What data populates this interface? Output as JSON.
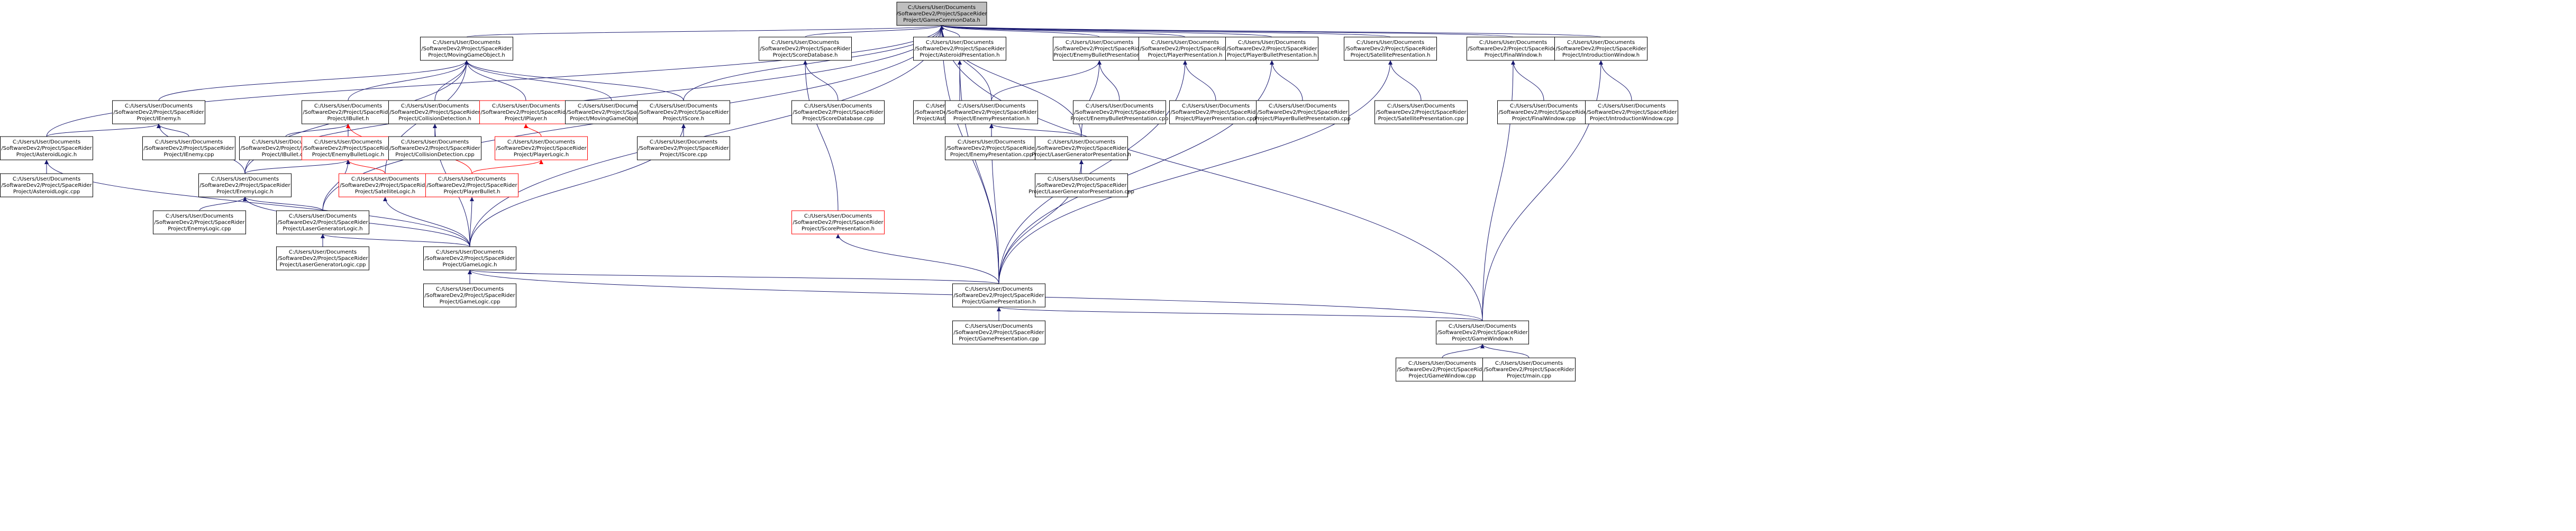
{
  "nodes": [
    {
      "id": "gamecommondata_h",
      "lines": [
        "C:/Users/User/Documents",
        "/SoftwareDev2/Project/SpaceRider",
        "Project/GameCommonData.h"
      ],
      "style": "root"
    },
    {
      "id": "asteroidlogic_h",
      "lines": [
        "C:/Users/User/Documents",
        "/SoftwareDev2/Project/SpaceRider",
        "Project/AsteroidLogic.h"
      ],
      "style": "normal"
    },
    {
      "id": "asteroidlogic_cpp",
      "lines": [
        "C:/Users/User/Documents",
        "/SoftwareDev2/Project/SpaceRider",
        "Project/AsteroidLogic.cpp"
      ],
      "style": "normal"
    },
    {
      "id": "ienemy_h",
      "lines": [
        "C:/Users/User/Documents",
        "/SoftwareDev2/Project/SpaceRider",
        "Project/IEnemy.h"
      ],
      "style": "normal"
    },
    {
      "id": "ienemy_cpp",
      "lines": [
        "C:/Users/User/Documents",
        "/SoftwareDev2/Project/SpaceRider",
        "Project/IEnemy.cpp"
      ],
      "style": "normal"
    },
    {
      "id": "movinggameobject_h",
      "lines": [
        "C:/Users/User/Documents",
        "/SoftwareDev2/Project/SpaceRider",
        "Project/MovingGameObject.h"
      ],
      "style": "normal"
    },
    {
      "id": "ibullet_h",
      "lines": [
        "C:/Users/User/Documents",
        "/SoftwareDev2/Project/SpaceRider",
        "Project/IBullet.h"
      ],
      "style": "normal"
    },
    {
      "id": "ibullet_cpp",
      "lines": [
        "C:/Users/User/Documents",
        "/SoftwareDev2/Project/SpaceRider",
        "Project/IBullet.cpp"
      ],
      "style": "normal"
    },
    {
      "id": "enemybulletlogic_h",
      "lines": [
        "C:/Users/User/Documents",
        "/SoftwareDev2/Project/SpaceRider",
        "Project/EnemyBulletLogic.h"
      ],
      "style": "red"
    },
    {
      "id": "collisiondetection_h",
      "lines": [
        "C:/Users/User/Documents",
        "/SoftwareDev2/Project/SpaceRider",
        "Project/CollisionDetection.h"
      ],
      "style": "normal"
    },
    {
      "id": "collisiondetection_cpp",
      "lines": [
        "C:/Users/User/Documents",
        "/SoftwareDev2/Project/SpaceRider",
        "Project/CollisionDetection.cpp"
      ],
      "style": "normal"
    },
    {
      "id": "iplayer_h",
      "lines": [
        "C:/Users/User/Documents",
        "/SoftwareDev2/Project/SpaceRider",
        "Project/IPlayer.h"
      ],
      "style": "red"
    },
    {
      "id": "playerlogic_h",
      "lines": [
        "C:/Users/User/Documents",
        "/SoftwareDev2/Project/SpaceRider",
        "Project/PlayerLogic.h"
      ],
      "style": "red"
    },
    {
      "id": "movinggameobject_cpp",
      "lines": [
        "C:/Users/User/Documents",
        "/SoftwareDev2/Project/SpaceRider",
        "Project/MovingGameObject.cpp"
      ],
      "style": "normal"
    },
    {
      "id": "enemylogic_h",
      "lines": [
        "C:/Users/User/Documents",
        "/SoftwareDev2/Project/SpaceRider",
        "Project/EnemyLogic.h"
      ],
      "style": "normal"
    },
    {
      "id": "satellitelogic_h",
      "lines": [
        "C:/Users/User/Documents",
        "/SoftwareDev2/Project/SpaceRider",
        "Project/SatelliteLogic.h"
      ],
      "style": "red"
    },
    {
      "id": "playerbullet_h",
      "lines": [
        "C:/Users/User/Documents",
        "/SoftwareDev2/Project/SpaceRider",
        "Project/PlayerBullet.h"
      ],
      "style": "red"
    },
    {
      "id": "enemylogic_cpp",
      "lines": [
        "C:/Users/User/Documents",
        "/SoftwareDev2/Project/SpaceRider",
        "Project/EnemyLogic.cpp"
      ],
      "style": "normal"
    },
    {
      "id": "lasergeneratorlogic_h",
      "lines": [
        "C:/Users/User/Documents",
        "/SoftwareDev2/Project/SpaceRider",
        "Project/LaserGeneratorLogic.h"
      ],
      "style": "normal"
    },
    {
      "id": "lasergeneratorlogic_cpp",
      "lines": [
        "C:/Users/User/Documents",
        "/SoftwareDev2/Project/SpaceRider",
        "Project/LaserGeneratorLogic.cpp"
      ],
      "style": "normal"
    },
    {
      "id": "gamelogic_h",
      "lines": [
        "C:/Users/User/Documents",
        "/SoftwareDev2/Project/SpaceRider",
        "Project/GameLogic.h"
      ],
      "style": "normal"
    },
    {
      "id": "gamelogic_cpp",
      "lines": [
        "C:/Users/User/Documents",
        "/SoftwareDev2/Project/SpaceRider",
        "Project/GameLogic.cpp"
      ],
      "style": "normal"
    },
    {
      "id": "iscore_h",
      "lines": [
        "C:/Users/User/Documents",
        "/SoftwareDev2/Project/SpaceRider",
        "Project/IScore.h"
      ],
      "style": "normal"
    },
    {
      "id": "iscore_cpp",
      "lines": [
        "C:/Users/User/Documents",
        "/SoftwareDev2/Project/SpaceRider",
        "Project/IScore.cpp"
      ],
      "style": "normal"
    },
    {
      "id": "scoredatabase_h",
      "lines": [
        "C:/Users/User/Documents",
        "/SoftwareDev2/Project/SpaceRider",
        "Project/ScoreDatabase.h"
      ],
      "style": "normal"
    },
    {
      "id": "scoredatabase_cpp",
      "lines": [
        "C:/Users/User/Documents",
        "/SoftwareDev2/Project/SpaceRider",
        "Project/ScoreDatabase.cpp"
      ],
      "style": "normal"
    },
    {
      "id": "scorepresentation_h",
      "lines": [
        "C:/Users/User/Documents",
        "/SoftwareDev2/Project/SpaceRider",
        "Project/ScorePresentation.h"
      ],
      "style": "red"
    },
    {
      "id": "asteroidpresentation_h",
      "lines": [
        "C:/Users/User/Documents",
        "/SoftwareDev2/Project/SpaceRider",
        "Project/AsteroidPresentation.h"
      ],
      "style": "normal"
    },
    {
      "id": "asteroidpresentation_cpp",
      "lines": [
        "C:/Users/User/Documents",
        "/SoftwareDev2/Project/SpaceRider",
        "Project/AsteroidPresentation.cpp"
      ],
      "style": "normal"
    },
    {
      "id": "enemypresentation_h",
      "lines": [
        "C:/Users/User/Documents",
        "/SoftwareDev2/Project/SpaceRider",
        "Project/EnemyPresentation.h"
      ],
      "style": "normal"
    },
    {
      "id": "enemypresentation_cpp",
      "lines": [
        "C:/Users/User/Documents",
        "/SoftwareDev2/Project/SpaceRider",
        "Project/EnemyPresentation.cpp"
      ],
      "style": "normal"
    },
    {
      "id": "enemybulletpresentation_h",
      "lines": [
        "C:/Users/User/Documents",
        "/SoftwareDev2/Project/SpaceRider",
        "Project/EnemyBulletPresentation.h"
      ],
      "style": "normal"
    },
    {
      "id": "enemybulletpresentation_cpp",
      "lines": [
        "C:/Users/User/Documents",
        "/SoftwareDev2/Project/SpaceRider",
        "Project/EnemyBulletPresentation.cpp"
      ],
      "style": "normal"
    },
    {
      "id": "lasergeneratorpresentation_h",
      "lines": [
        "C:/Users/User/Documents",
        "/SoftwareDev2/Project/SpaceRider",
        "Project/LaserGeneratorPresentation.h"
      ],
      "style": "normal"
    },
    {
      "id": "lasergeneratorpresentation_cpp",
      "lines": [
        "C:/Users/User/Documents",
        "/SoftwareDev2/Project/SpaceRider",
        "Project/LaserGeneratorPresentation.cpp"
      ],
      "style": "normal"
    },
    {
      "id": "playerpresentation_h",
      "lines": [
        "C:/Users/User/Documents",
        "/SoftwareDev2/Project/SpaceRider",
        "Project/PlayerPresentation.h"
      ],
      "style": "normal"
    },
    {
      "id": "playerpresentation_cpp",
      "lines": [
        "C:/Users/User/Documents",
        "/SoftwareDev2/Project/SpaceRider",
        "Project/PlayerPresentation.cpp"
      ],
      "style": "normal"
    },
    {
      "id": "playerbulletpresentation_h",
      "lines": [
        "C:/Users/User/Documents",
        "/SoftwareDev2/Project/SpaceRider",
        "Project/PlayerBulletPresentation.h"
      ],
      "style": "normal"
    },
    {
      "id": "playerbulletpresentation_cpp",
      "lines": [
        "C:/Users/User/Documents",
        "/SoftwareDev2/Project/SpaceRider",
        "Project/PlayerBulletPresentation.cpp"
      ],
      "style": "normal"
    },
    {
      "id": "satellitepresentation_h",
      "lines": [
        "C:/Users/User/Documents",
        "/SoftwareDev2/Project/SpaceRider",
        "Project/SatellitePresentation.h"
      ],
      "style": "normal"
    },
    {
      "id": "satellitepresentation_cpp",
      "lines": [
        "C:/Users/User/Documents",
        "/SoftwareDev2/Project/SpaceRider",
        "Project/SatellitePresentation.cpp"
      ],
      "style": "normal"
    },
    {
      "id": "gamepresentation_h",
      "lines": [
        "C:/Users/User/Documents",
        "/SoftwareDev2/Project/SpaceRider",
        "Project/GamePresentation.h"
      ],
      "style": "normal"
    },
    {
      "id": "gamepresentation_cpp",
      "lines": [
        "C:/Users/User/Documents",
        "/SoftwareDev2/Project/SpaceRider",
        "Project/GamePresentation.cpp"
      ],
      "style": "normal"
    },
    {
      "id": "finalwindow_h",
      "lines": [
        "C:/Users/User/Documents",
        "/SoftwareDev2/Project/SpaceRider",
        "Project/FinalWindow.h"
      ],
      "style": "normal"
    },
    {
      "id": "finalwindow_cpp",
      "lines": [
        "C:/Users/User/Documents",
        "/SoftwareDev2/Project/SpaceRider",
        "Project/FinalWindow.cpp"
      ],
      "style": "normal"
    },
    {
      "id": "introductionwindow_h",
      "lines": [
        "C:/Users/User/Documents",
        "/SoftwareDev2/Project/SpaceRider",
        "Project/IntroductionWindow.h"
      ],
      "style": "normal"
    },
    {
      "id": "introductionwindow_cpp",
      "lines": [
        "C:/Users/User/Documents",
        "/SoftwareDev2/Project/SpaceRider",
        "Project/IntroductionWindow.cpp"
      ],
      "style": "normal"
    },
    {
      "id": "gamewindow_h",
      "lines": [
        "C:/Users/User/Documents",
        "/SoftwareDev2/Project/SpaceRider",
        "Project/GameWindow.h"
      ],
      "style": "normal"
    },
    {
      "id": "gamewindow_cpp",
      "lines": [
        "C:/Users/User/Documents",
        "/SoftwareDev2/Project/SpaceRider",
        "Project/GameWindow.cpp"
      ],
      "style": "normal"
    },
    {
      "id": "main_cpp",
      "lines": [
        "C:/Users/User/Documents",
        "/SoftwareDev2/Project/SpaceRider",
        "Project/main.cpp"
      ],
      "style": "normal"
    }
  ],
  "edges": [
    {
      "from": "movinggameobject_h",
      "to": "gamecommondata_h",
      "color": "blue"
    },
    {
      "from": "asteroidlogic_h",
      "to": "gamecommondata_h",
      "color": "blue"
    },
    {
      "from": "iscore_h",
      "to": "gamecommondata_h",
      "color": "blue"
    },
    {
      "from": "scoredatabase_h",
      "to": "gamecommondata_h",
      "color": "blue"
    },
    {
      "from": "asteroidpresentation_h",
      "to": "gamecommondata_h",
      "color": "blue"
    },
    {
      "from": "enemybulletpresentation_h",
      "to": "gamecommondata_h",
      "color": "blue"
    },
    {
      "from": "playerpresentation_h",
      "to": "gamecommondata_h",
      "color": "blue"
    },
    {
      "from": "playerbulletpresentation_h",
      "to": "gamecommondata_h",
      "color": "blue"
    },
    {
      "from": "satellitepresentation_h",
      "to": "gamecommondata_h",
      "color": "blue"
    },
    {
      "from": "finalwindow_h",
      "to": "gamecommondata_h",
      "color": "blue"
    },
    {
      "from": "introductionwindow_h",
      "to": "gamecommondata_h",
      "color": "blue"
    },
    {
      "from": "gamelogic_h",
      "to": "gamecommondata_h",
      "color": "blue"
    },
    {
      "from": "gamepresentation_h",
      "to": "gamecommondata_h",
      "color": "blue"
    },
    {
      "from": "gamewindow_h",
      "to": "gamecommondata_h",
      "color": "blue"
    },
    {
      "from": "enemylogic_h",
      "to": "gamecommondata_h",
      "color": "blue"
    },
    {
      "from": "lasergeneratorlogic_h",
      "to": "gamecommondata_h",
      "color": "blue"
    },
    {
      "from": "enemypresentation_h",
      "to": "gamecommondata_h",
      "color": "blue"
    },
    {
      "from": "lasergeneratorpresentation_h",
      "to": "gamecommondata_h",
      "color": "blue"
    },
    {
      "from": "ienemy_h",
      "to": "movinggameobject_h",
      "color": "blue"
    },
    {
      "from": "ibullet_h",
      "to": "movinggameobject_h",
      "color": "blue"
    },
    {
      "from": "collisiondetection_h",
      "to": "movinggameobject_h",
      "color": "blue"
    },
    {
      "from": "iplayer_h",
      "to": "movinggameobject_h",
      "color": "blue"
    },
    {
      "from": "movinggameobject_cpp",
      "to": "movinggameobject_h",
      "color": "blue"
    },
    {
      "from": "iscore_h",
      "to": "movinggameobject_h",
      "color": "blue"
    },
    {
      "from": "satellitelogic_h",
      "to": "movinggameobject_h",
      "color": "blue"
    },
    {
      "from": "enemylogic_h",
      "to": "movinggameobject_h",
      "color": "blue"
    },
    {
      "from": "asteroidlogic_h",
      "to": "ienemy_h",
      "color": "blue"
    },
    {
      "from": "ienemy_cpp",
      "to": "ienemy_h",
      "color": "blue"
    },
    {
      "from": "enemylogic_h",
      "to": "ienemy_h",
      "color": "blue"
    },
    {
      "from": "asteroidlogic_cpp",
      "to": "asteroidlogic_h",
      "color": "blue"
    },
    {
      "from": "gamelogic_h",
      "to": "asteroidlogic_h",
      "color": "blue"
    },
    {
      "from": "ibullet_cpp",
      "to": "ibullet_h",
      "color": "blue"
    },
    {
      "from": "enemybulletlogic_h",
      "to": "ibullet_h",
      "color": "blue"
    },
    {
      "from": "playerbullet_h",
      "to": "ibullet_h",
      "color": "red"
    },
    {
      "from": "enemylogic_h",
      "to": "enemybulletlogic_h",
      "color": "blue"
    },
    {
      "from": "satellitelogic_h",
      "to": "enemybulletlogic_h",
      "color": "red"
    },
    {
      "from": "lasergeneratorlogic_h",
      "to": "enemybulletlogic_h",
      "color": "blue"
    },
    {
      "from": "collisiondetection_cpp",
      "to": "collisiondetection_h",
      "color": "blue"
    },
    {
      "from": "gamelogic_h",
      "to": "collisiondetection_h",
      "color": "blue"
    },
    {
      "from": "playerlogic_h",
      "to": "iplayer_h",
      "color": "red"
    },
    {
      "from": "playerbullet_h",
      "to": "playerlogic_h",
      "color": "red"
    },
    {
      "from": "enemylogic_cpp",
      "to": "enemylogic_h",
      "color": "blue"
    },
    {
      "from": "lasergeneratorlogic_h",
      "to": "enemylogic_h",
      "color": "blue"
    },
    {
      "from": "lasergeneratorlogic_cpp",
      "to": "lasergeneratorlogic_h",
      "color": "blue"
    },
    {
      "from": "gamelogic_h",
      "to": "lasergeneratorlogic_h",
      "color": "blue"
    },
    {
      "from": "gamelogic_h",
      "to": "enemylogic_h",
      "color": "blue"
    },
    {
      "from": "gamelogic_h",
      "to": "satellitelogic_h",
      "color": "blue"
    },
    {
      "from": "gamelogic_h",
      "to": "playerbullet_h",
      "color": "blue"
    },
    {
      "from": "gamelogic_h",
      "to": "iscore_h",
      "color": "blue"
    },
    {
      "from": "gamelogic_cpp",
      "to": "gamelogic_h",
      "color": "blue"
    },
    {
      "from": "gamepresentation_h",
      "to": "gamelogic_h",
      "color": "blue"
    },
    {
      "from": "gamewindow_h",
      "to": "gamelogic_h",
      "color": "blue"
    },
    {
      "from": "iscore_cpp",
      "to": "iscore_h",
      "color": "blue"
    },
    {
      "from": "scoredatabase_cpp",
      "to": "scoredatabase_h",
      "color": "blue"
    },
    {
      "from": "scorepresentation_h",
      "to": "scoredatabase_h",
      "color": "blue"
    },
    {
      "from": "gamepresentation_h",
      "to": "scorepresentation_h",
      "color": "blue"
    },
    {
      "from": "asteroidpresentation_cpp",
      "to": "asteroidpresentation_h",
      "color": "blue"
    },
    {
      "from": "gamepresentation_h",
      "to": "asteroidpresentation_h",
      "color": "blue"
    },
    {
      "from": "enemypresentation_cpp",
      "to": "enemypresentation_h",
      "color": "blue"
    },
    {
      "from": "lasergeneratorpresentation_h",
      "to": "enemypresentation_h",
      "color": "blue"
    },
    {
      "from": "gamepresentation_h",
      "to": "enemypresentation_h",
      "color": "blue"
    },
    {
      "from": "enemypresentation_h",
      "to": "enemybulletpresentation_h",
      "color": "blue"
    },
    {
      "from": "enemybulletpresentation_cpp",
      "to": "enemybulletpresentation_h",
      "color": "blue"
    },
    {
      "from": "lasergeneratorpresentation_h",
      "to": "enemybulletpresentation_h",
      "color": "blue"
    },
    {
      "from": "lasergeneratorpresentation_cpp",
      "to": "lasergeneratorpresentation_h",
      "color": "blue"
    },
    {
      "from": "gamepresentation_h",
      "to": "lasergeneratorpresentation_h",
      "color": "blue"
    },
    {
      "from": "playerpresentation_cpp",
      "to": "playerpresentation_h",
      "color": "blue"
    },
    {
      "from": "gamepresentation_h",
      "to": "playerpresentation_h",
      "color": "blue"
    },
    {
      "from": "playerbulletpresentation_cpp",
      "to": "playerbulletpresentation_h",
      "color": "blue"
    },
    {
      "from": "gamepresentation_h",
      "to": "playerbulletpresentation_h",
      "color": "blue"
    },
    {
      "from": "satellitepresentation_cpp",
      "to": "satellitepresentation_h",
      "color": "blue"
    },
    {
      "from": "gamepresentation_h",
      "to": "satellitepresentation_h",
      "color": "blue"
    },
    {
      "from": "gamepresentation_cpp",
      "to": "gamepresentation_h",
      "color": "blue"
    },
    {
      "from": "gamewindow_h",
      "to": "gamepresentation_h",
      "color": "blue"
    },
    {
      "from": "finalwindow_cpp",
      "to": "finalwindow_h",
      "color": "blue"
    },
    {
      "from": "gamewindow_h",
      "to": "finalwindow_h",
      "color": "blue"
    },
    {
      "from": "introductionwindow_cpp",
      "to": "introductionwindow_h",
      "color": "blue"
    },
    {
      "from": "gamewindow_h",
      "to": "introductionwindow_h",
      "color": "blue"
    },
    {
      "from": "gamewindow_cpp",
      "to": "gamewindow_h",
      "color": "blue"
    },
    {
      "from": "main_cpp",
      "to": "gamewindow_h",
      "color": "blue"
    }
  ],
  "colors": {
    "blue_edge": "#191970",
    "red_edge": "#ff0000",
    "root_fill": "#bfbfbf",
    "red_border": "#ff0000"
  }
}
